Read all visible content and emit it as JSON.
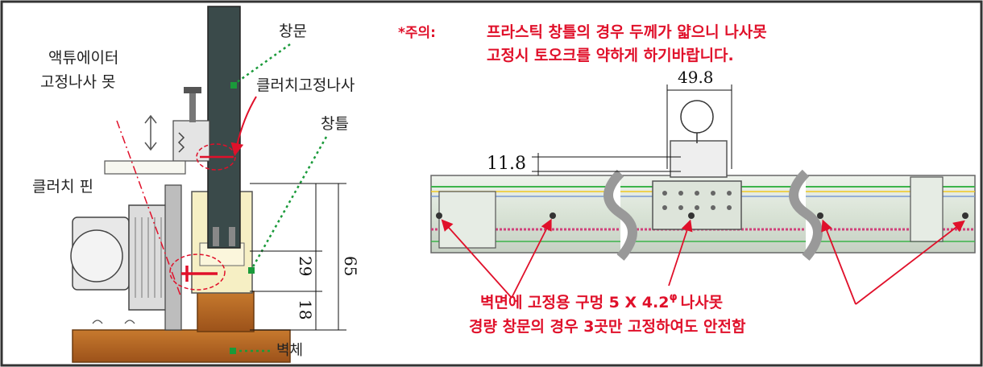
{
  "labels": {
    "window_door": "창문",
    "actuator_fix_1": "액튜에이터",
    "actuator_fix_2": "고정나사 못",
    "clutch_screw": "클러치고정나사",
    "window_frame": "창틀",
    "clutch_pin": "클러치 핀",
    "wall": "벽체"
  },
  "notice": {
    "prefix": "*주의:",
    "line1": "프라스틱 창틀의 경우 두께가 얇으니 나사못",
    "line2": "고정시 토오크를 약하게 하기바랍니다."
  },
  "dimensions": {
    "d_29": "29",
    "d_18": "18",
    "d_65": "65",
    "d_49_8": "49.8",
    "d_11_8": "11.8"
  },
  "bottom_note": {
    "line1": "벽면에 고정용 구멍 5 X 4.2",
    "phi": "φ",
    "line1_tail": "나사못",
    "line2": "경량 창문의 경우 3곳만 고정하여도 안전함"
  },
  "colors": {
    "warning_red": "#e0102a",
    "wall_brown": "#b8641e",
    "window_dark": "#3a4a4a",
    "guide_green": "#1a9a3a"
  }
}
